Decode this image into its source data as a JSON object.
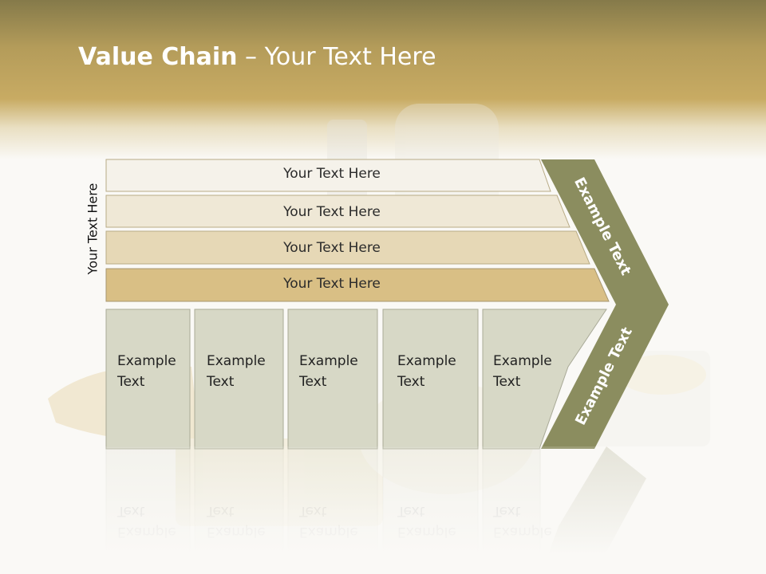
{
  "title": {
    "bold": "Value Chain",
    "rest": " – Your Text Here"
  },
  "side_label": "Your Text Here",
  "rows": [
    {
      "label": "Your Text Here",
      "fill": "#f5f2ea"
    },
    {
      "label": "Your Text Here",
      "fill": "#efe8d6"
    },
    {
      "label": "Your Text Here",
      "fill": "#e6d8b6"
    },
    {
      "label": "Your Text Here",
      "fill": "#d9bf85"
    }
  ],
  "boxes": [
    {
      "line1": "Example",
      "line2": "Text"
    },
    {
      "line1": "Example",
      "line2": "Text"
    },
    {
      "line1": "Example",
      "line2": "Text"
    },
    {
      "line1": "Example",
      "line2": "Text"
    },
    {
      "line1": "Example",
      "line2": "Text"
    }
  ],
  "chevron": {
    "top_label": "Example Text",
    "bottom_label": "Example Text",
    "fill": "#8b8d5f"
  },
  "colors": {
    "box_fill": "#d7d8c6",
    "box_border": "#a9aa97",
    "header_brown": "#b49c5a"
  }
}
